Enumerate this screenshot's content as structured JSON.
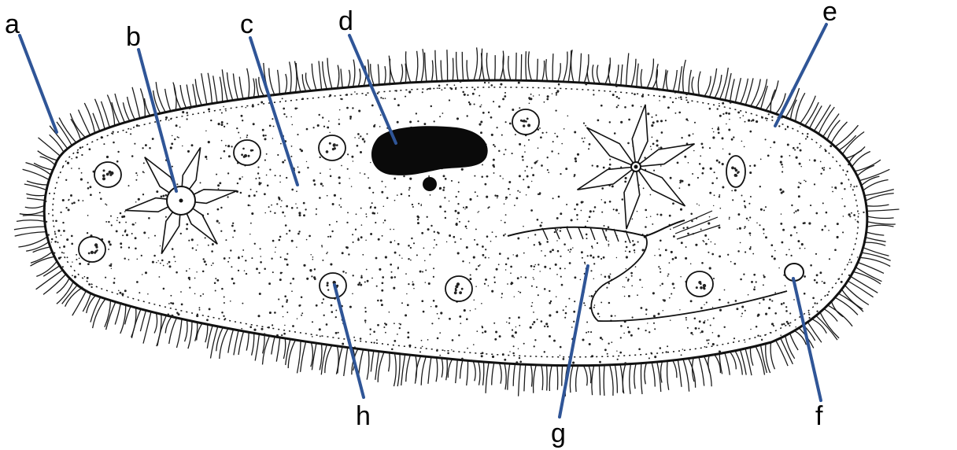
{
  "labels": {
    "a": "a",
    "b": "b",
    "c": "c",
    "d": "d",
    "e": "e",
    "f": "f",
    "g": "g",
    "h": "h"
  },
  "colors": {
    "leader_line": "#2f5597",
    "ink": "#000000",
    "background": "#ffffff"
  }
}
